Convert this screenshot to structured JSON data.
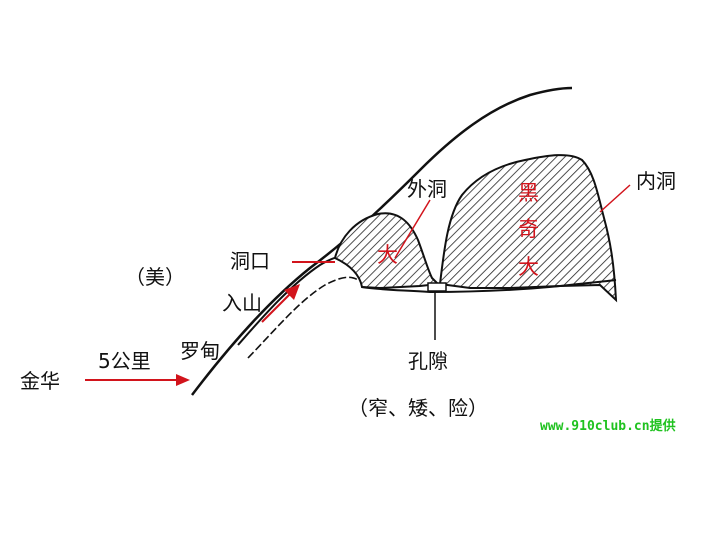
{
  "labels": {
    "jinhua": "金华",
    "distance": "5公里",
    "luodian": "罗甸",
    "ru_shan": "入山",
    "mei": "（美）",
    "dongkou": "洞口",
    "waidong": "外洞",
    "da": "大",
    "hei": "黑",
    "qi": "奇",
    "neidong": "内洞",
    "kongxi": "孔隙",
    "kongxi_note": "（窄、矮、险）"
  },
  "watermark": "www.910club.cn提供",
  "colors": {
    "ink": "#111111",
    "red": "#d2141c",
    "watermark": "#1fc21f"
  }
}
